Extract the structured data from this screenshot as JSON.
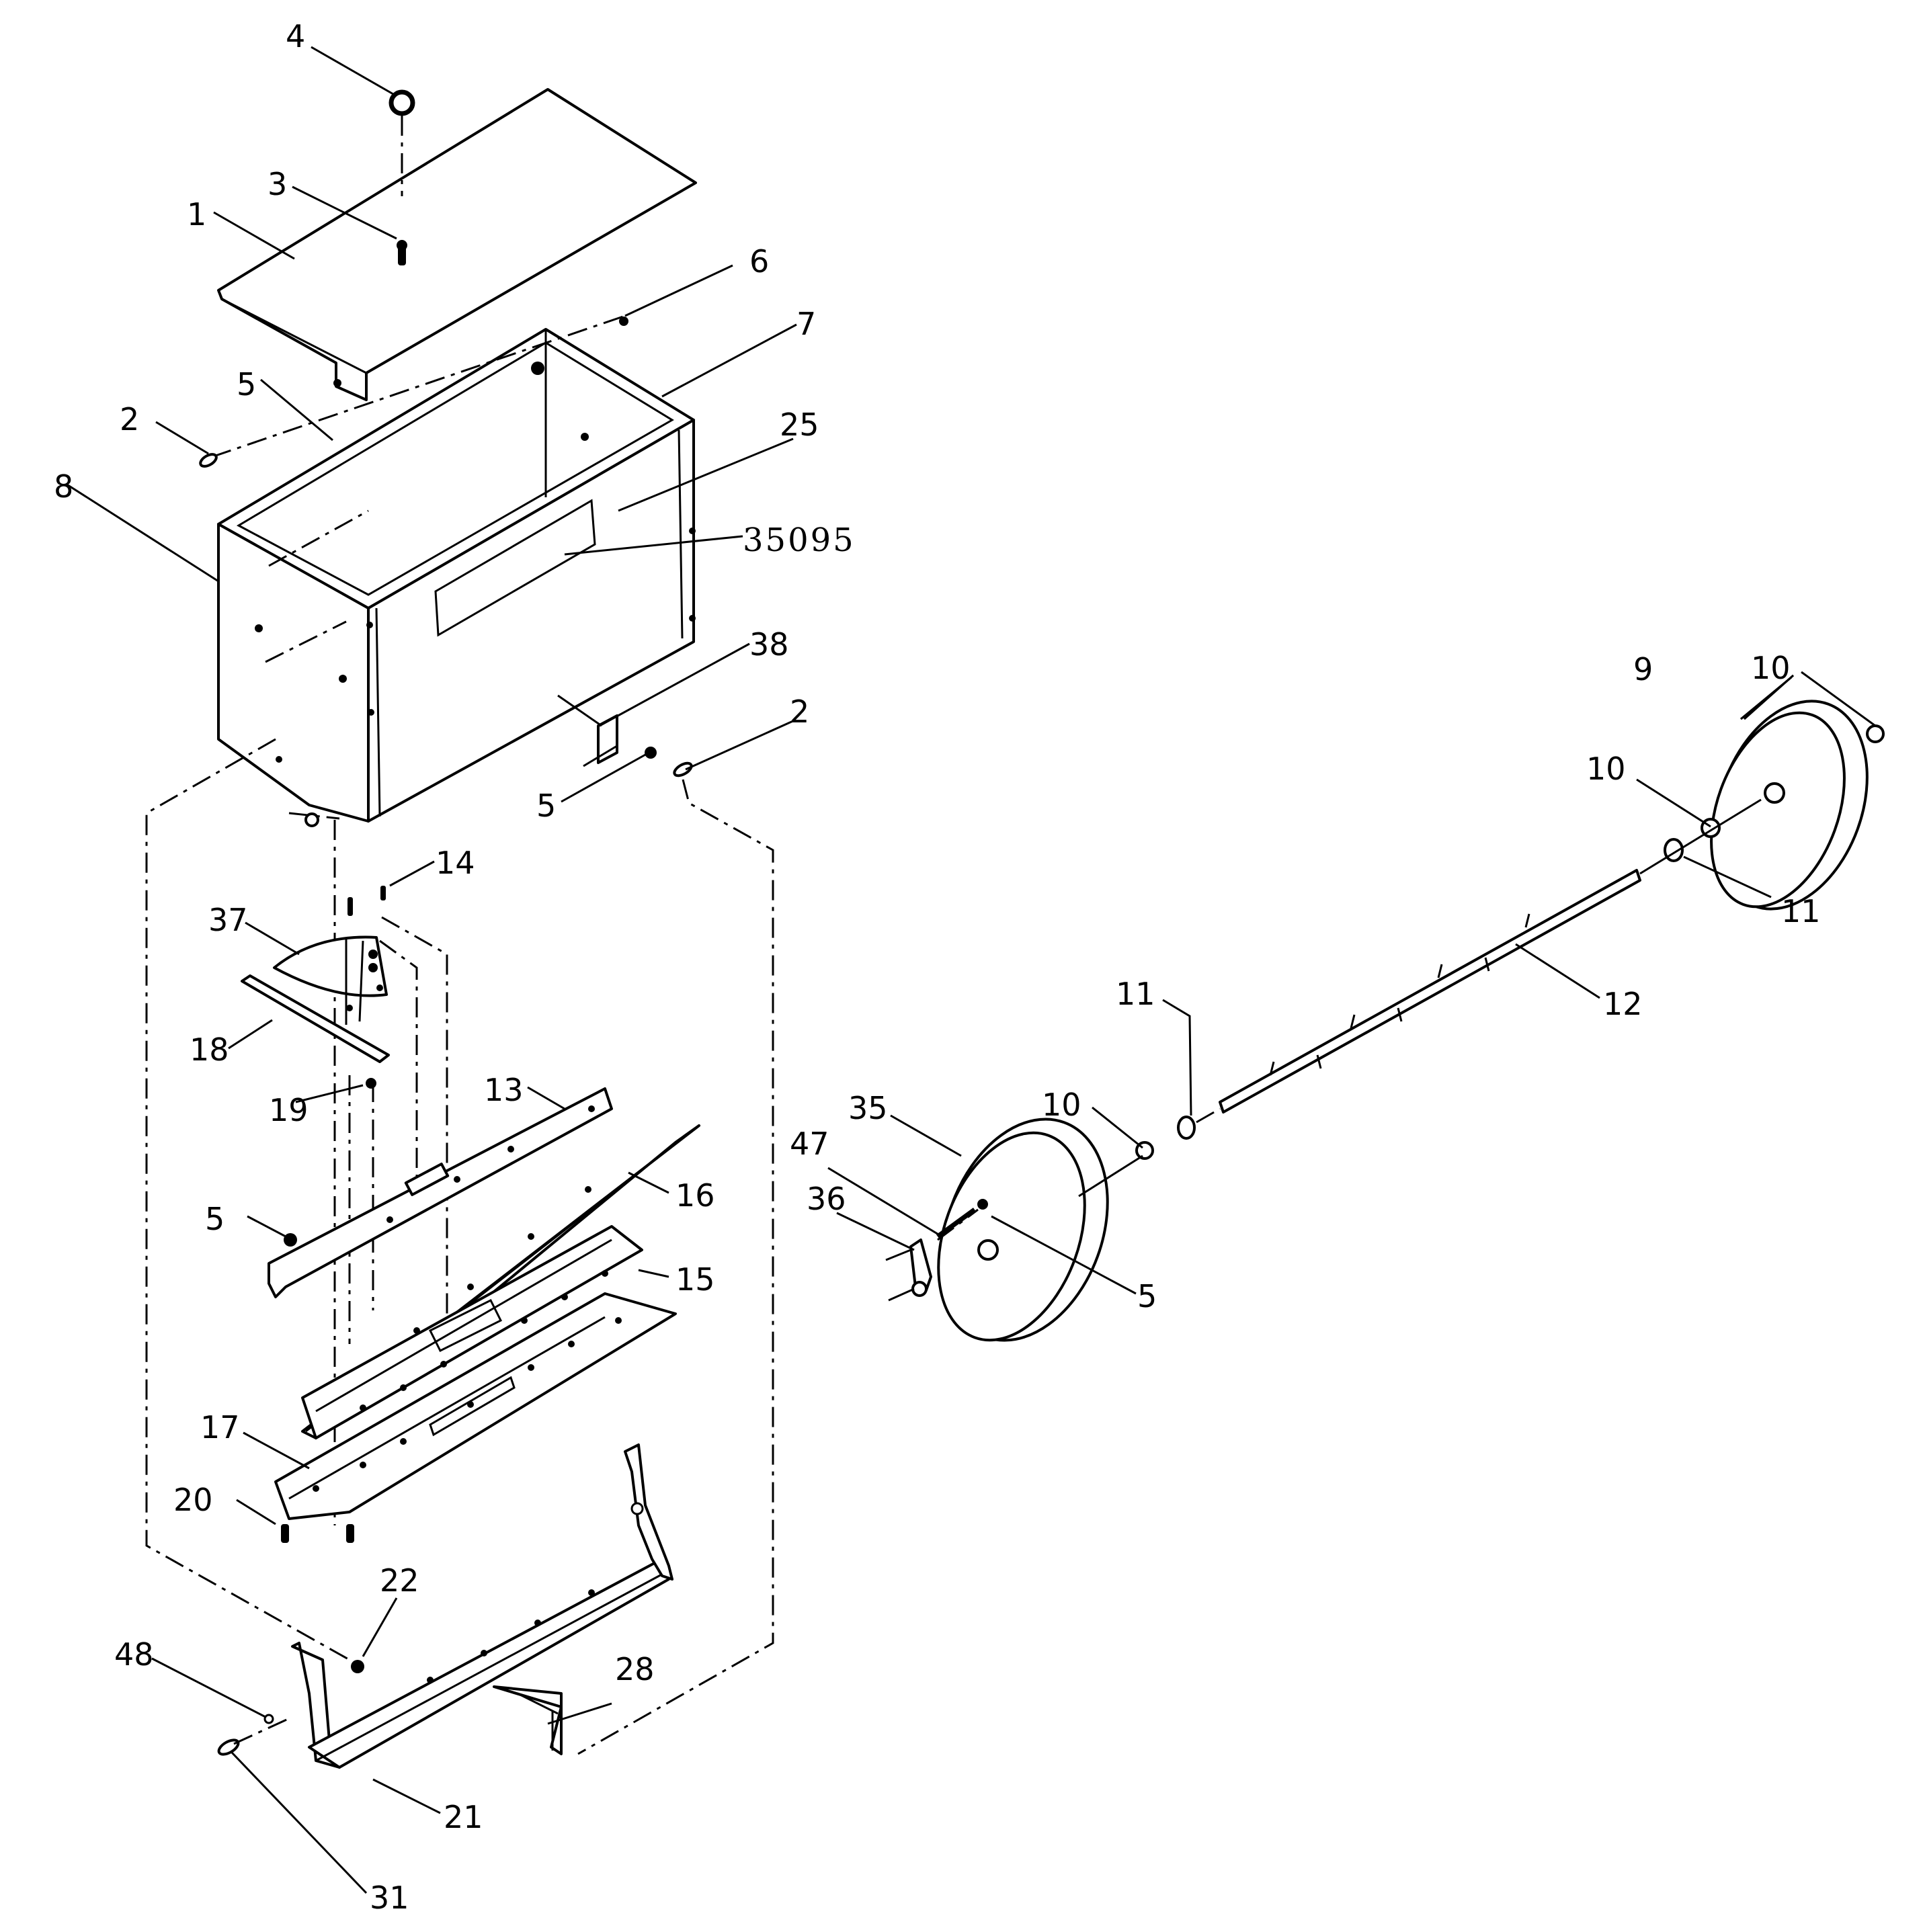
{
  "callouts": {
    "c4": "4",
    "c3": "3",
    "c1": "1",
    "c6": "6",
    "c7": "7",
    "c5a": "5",
    "c2a": "2",
    "c25": "25",
    "c8": "8",
    "c35095": "35095",
    "c38": "38",
    "c2b": "2",
    "c5b": "5",
    "c14": "14",
    "c37": "37",
    "c18": "18",
    "c19": "19",
    "c13": "13",
    "c16": "16",
    "c5c": "5",
    "c15": "15",
    "c17": "17",
    "c20": "20",
    "c22": "22",
    "c28": "28",
    "c48": "48",
    "c21": "21",
    "c31": "31",
    "c9": "9",
    "c10a": "10",
    "c10b": "10",
    "c11a": "11",
    "c12": "12",
    "c11b": "11",
    "c10c": "10",
    "c35": "35",
    "c47": "47",
    "c36": "36",
    "c5d": "5"
  }
}
